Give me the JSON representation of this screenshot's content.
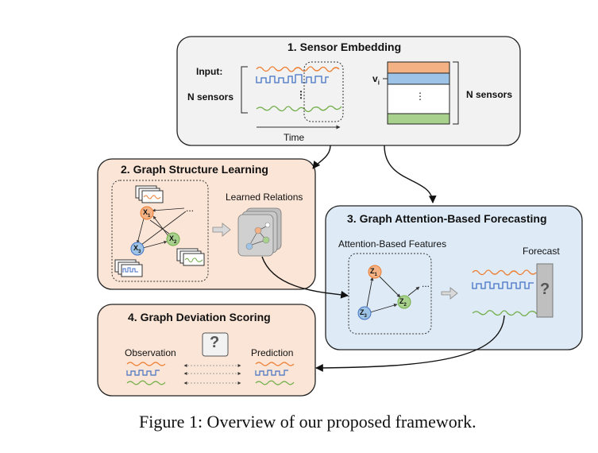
{
  "panel1": {
    "title": "1. Sensor Embedding",
    "input_label": "Input:",
    "n_sensors_left": "N sensors",
    "time_label": "Time",
    "v_label": "v",
    "v_sub": "i",
    "n_sensors_right": "N sensors",
    "dots": "⋮"
  },
  "panel2": {
    "title": "2. Graph Structure Learning",
    "learned_relations": "Learned Relations",
    "node_x1": "X",
    "node_x1_sub": "1",
    "node_x2": "X",
    "node_x2_sub": "2",
    "node_x3": "X",
    "node_x3_sub": "3",
    "ellipsis": "..."
  },
  "panel3": {
    "title": "3. Graph Attention-Based Forecasting",
    "features_label": "Attention-Based Features",
    "forecast_label": "Forecast",
    "question": "?",
    "node_z1": "Z",
    "node_z1_sub": "1",
    "node_z2": "Z",
    "node_z2_sub": "2",
    "node_z3": "Z",
    "node_z3_sub": "3",
    "ellipsis": "..."
  },
  "panel4": {
    "title": "4. Graph Deviation Scoring",
    "observation": "Observation",
    "prediction": "Prediction",
    "question": "?"
  },
  "caption": "Figure 1: Overview of our proposed framework.",
  "colors": {
    "orange": "#ed7d31",
    "blue": "#4472c4",
    "green": "#70ad47",
    "panel1_bg": "#f2f2f2",
    "panel2_bg": "#fbe5d6",
    "panel3_bg": "#deebf7",
    "panel4_bg": "#fbe5d6",
    "node_orange": "#f4b183",
    "node_blue": "#9dc3e6",
    "node_green": "#a9d18e",
    "gray": "#bfbfbf"
  }
}
